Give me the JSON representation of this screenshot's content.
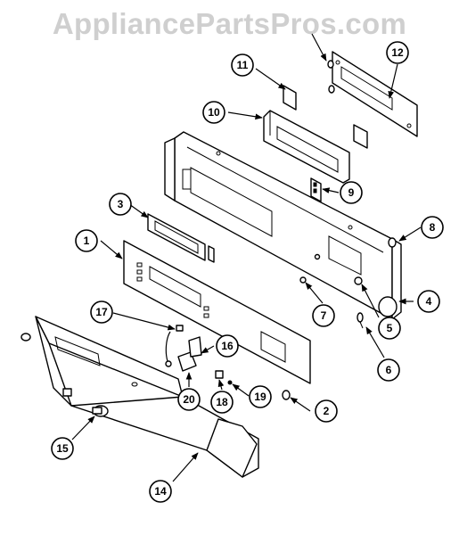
{
  "watermark": "AppliancePartsPros.com",
  "callouts": [
    "1",
    "2",
    "3",
    "4",
    "5",
    "6",
    "7",
    "8",
    "9",
    "10",
    "11",
    "12",
    "14",
    "15",
    "16",
    "17",
    "18",
    "19",
    "20"
  ]
}
